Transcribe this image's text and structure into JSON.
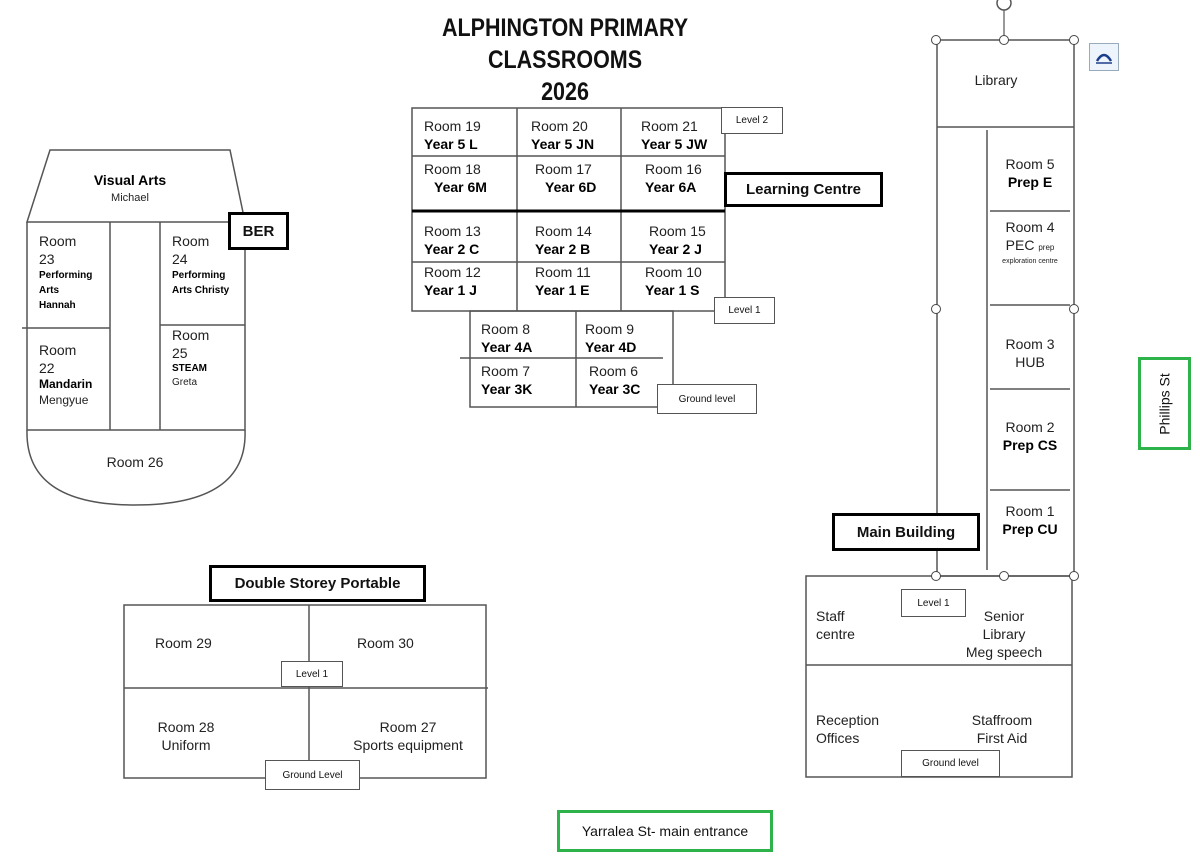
{
  "title": {
    "line1": "ALPHINGTON PRIMARY",
    "line2": "CLASSROOMS",
    "line3": "2026"
  },
  "visual_arts": {
    "name": "Visual Arts",
    "teacher": "Michael"
  },
  "ber": {
    "label": "BER",
    "r23": {
      "room": "Room",
      "num": "23",
      "class": "Performing",
      "class2": "Arts",
      "teacher": "Hannah"
    },
    "r24": {
      "room": "Room",
      "num": "24",
      "class": "Performing",
      "class2": "Arts Christy"
    },
    "r22": {
      "room": "Room",
      "num": "22",
      "class": "Mandarin",
      "teacher": "Mengyue"
    },
    "r25": {
      "room": "Room",
      "num": "25",
      "class": "STEAM",
      "teacher": "Greta"
    },
    "r26": "Room 26"
  },
  "learning_centre": {
    "label": "Learning Centre",
    "level2": "Level 2",
    "level1": "Level 1",
    "ground": "Ground level",
    "rooms": [
      {
        "room": "Room 19",
        "cls": "Year 5 L"
      },
      {
        "room": "Room 20",
        "cls": "Year 5 JN"
      },
      {
        "room": "Room 21",
        "cls": "Year 5 JW"
      },
      {
        "room": "Room 18",
        "cls": "Year 6M"
      },
      {
        "room": "Room 17",
        "cls": "Year 6D"
      },
      {
        "room": "Room 16",
        "cls": "Year 6A"
      },
      {
        "room": "Room 13",
        "cls": "Year 2 C"
      },
      {
        "room": "Room 14",
        "cls": "Year 2 B"
      },
      {
        "room": "Room 15",
        "cls": "Year 2 J"
      },
      {
        "room": "Room 12",
        "cls": "Year 1 J"
      },
      {
        "room": "Room 11",
        "cls": "Year 1 E"
      },
      {
        "room": "Room 10",
        "cls": "Year 1 S"
      },
      {
        "room": "Room 8",
        "cls": "Year 4A"
      },
      {
        "room": "Room 9",
        "cls": "Year 4D"
      },
      {
        "room": "Room 7",
        "cls": "Year 3K"
      },
      {
        "room": "Room 6",
        "cls": "Year 3C"
      }
    ]
  },
  "main_building": {
    "label": "Main Building",
    "library": "Library",
    "r5": {
      "room": "Room 5",
      "cls": "Prep E"
    },
    "r4": {
      "room": "Room 4",
      "cls": "PEC",
      "cls_small": "prep",
      "note": "exploration centre"
    },
    "r3": {
      "room": "Room 3",
      "cls": "HUB"
    },
    "r2": {
      "room": "Room 2",
      "cls": "Prep CS"
    },
    "r1": {
      "room": "Room 1",
      "cls": "Prep CU"
    },
    "level1": "Level 1",
    "ground": "Ground level",
    "staff1": "Staff",
    "staff2": "centre",
    "senior1": "Senior",
    "senior2": "Library",
    "senior3": "Meg speech",
    "reception1": "Reception",
    "reception2": "Offices",
    "staffroom1": "Staffroom",
    "staffroom2": "First Aid"
  },
  "portable": {
    "label": "Double Storey Portable",
    "level1": "Level 1",
    "ground": "Ground Level",
    "r29": "Room 29",
    "r30": "Room 30",
    "r28": "Room 28",
    "r28_use": "Uniform",
    "r27": "Room 27",
    "r27_use": "Sports equipment"
  },
  "streets": {
    "phillips": "Phillips St",
    "yarralea": "Yarralea St- main entrance"
  },
  "colors": {
    "street_border": "#2db34a"
  }
}
